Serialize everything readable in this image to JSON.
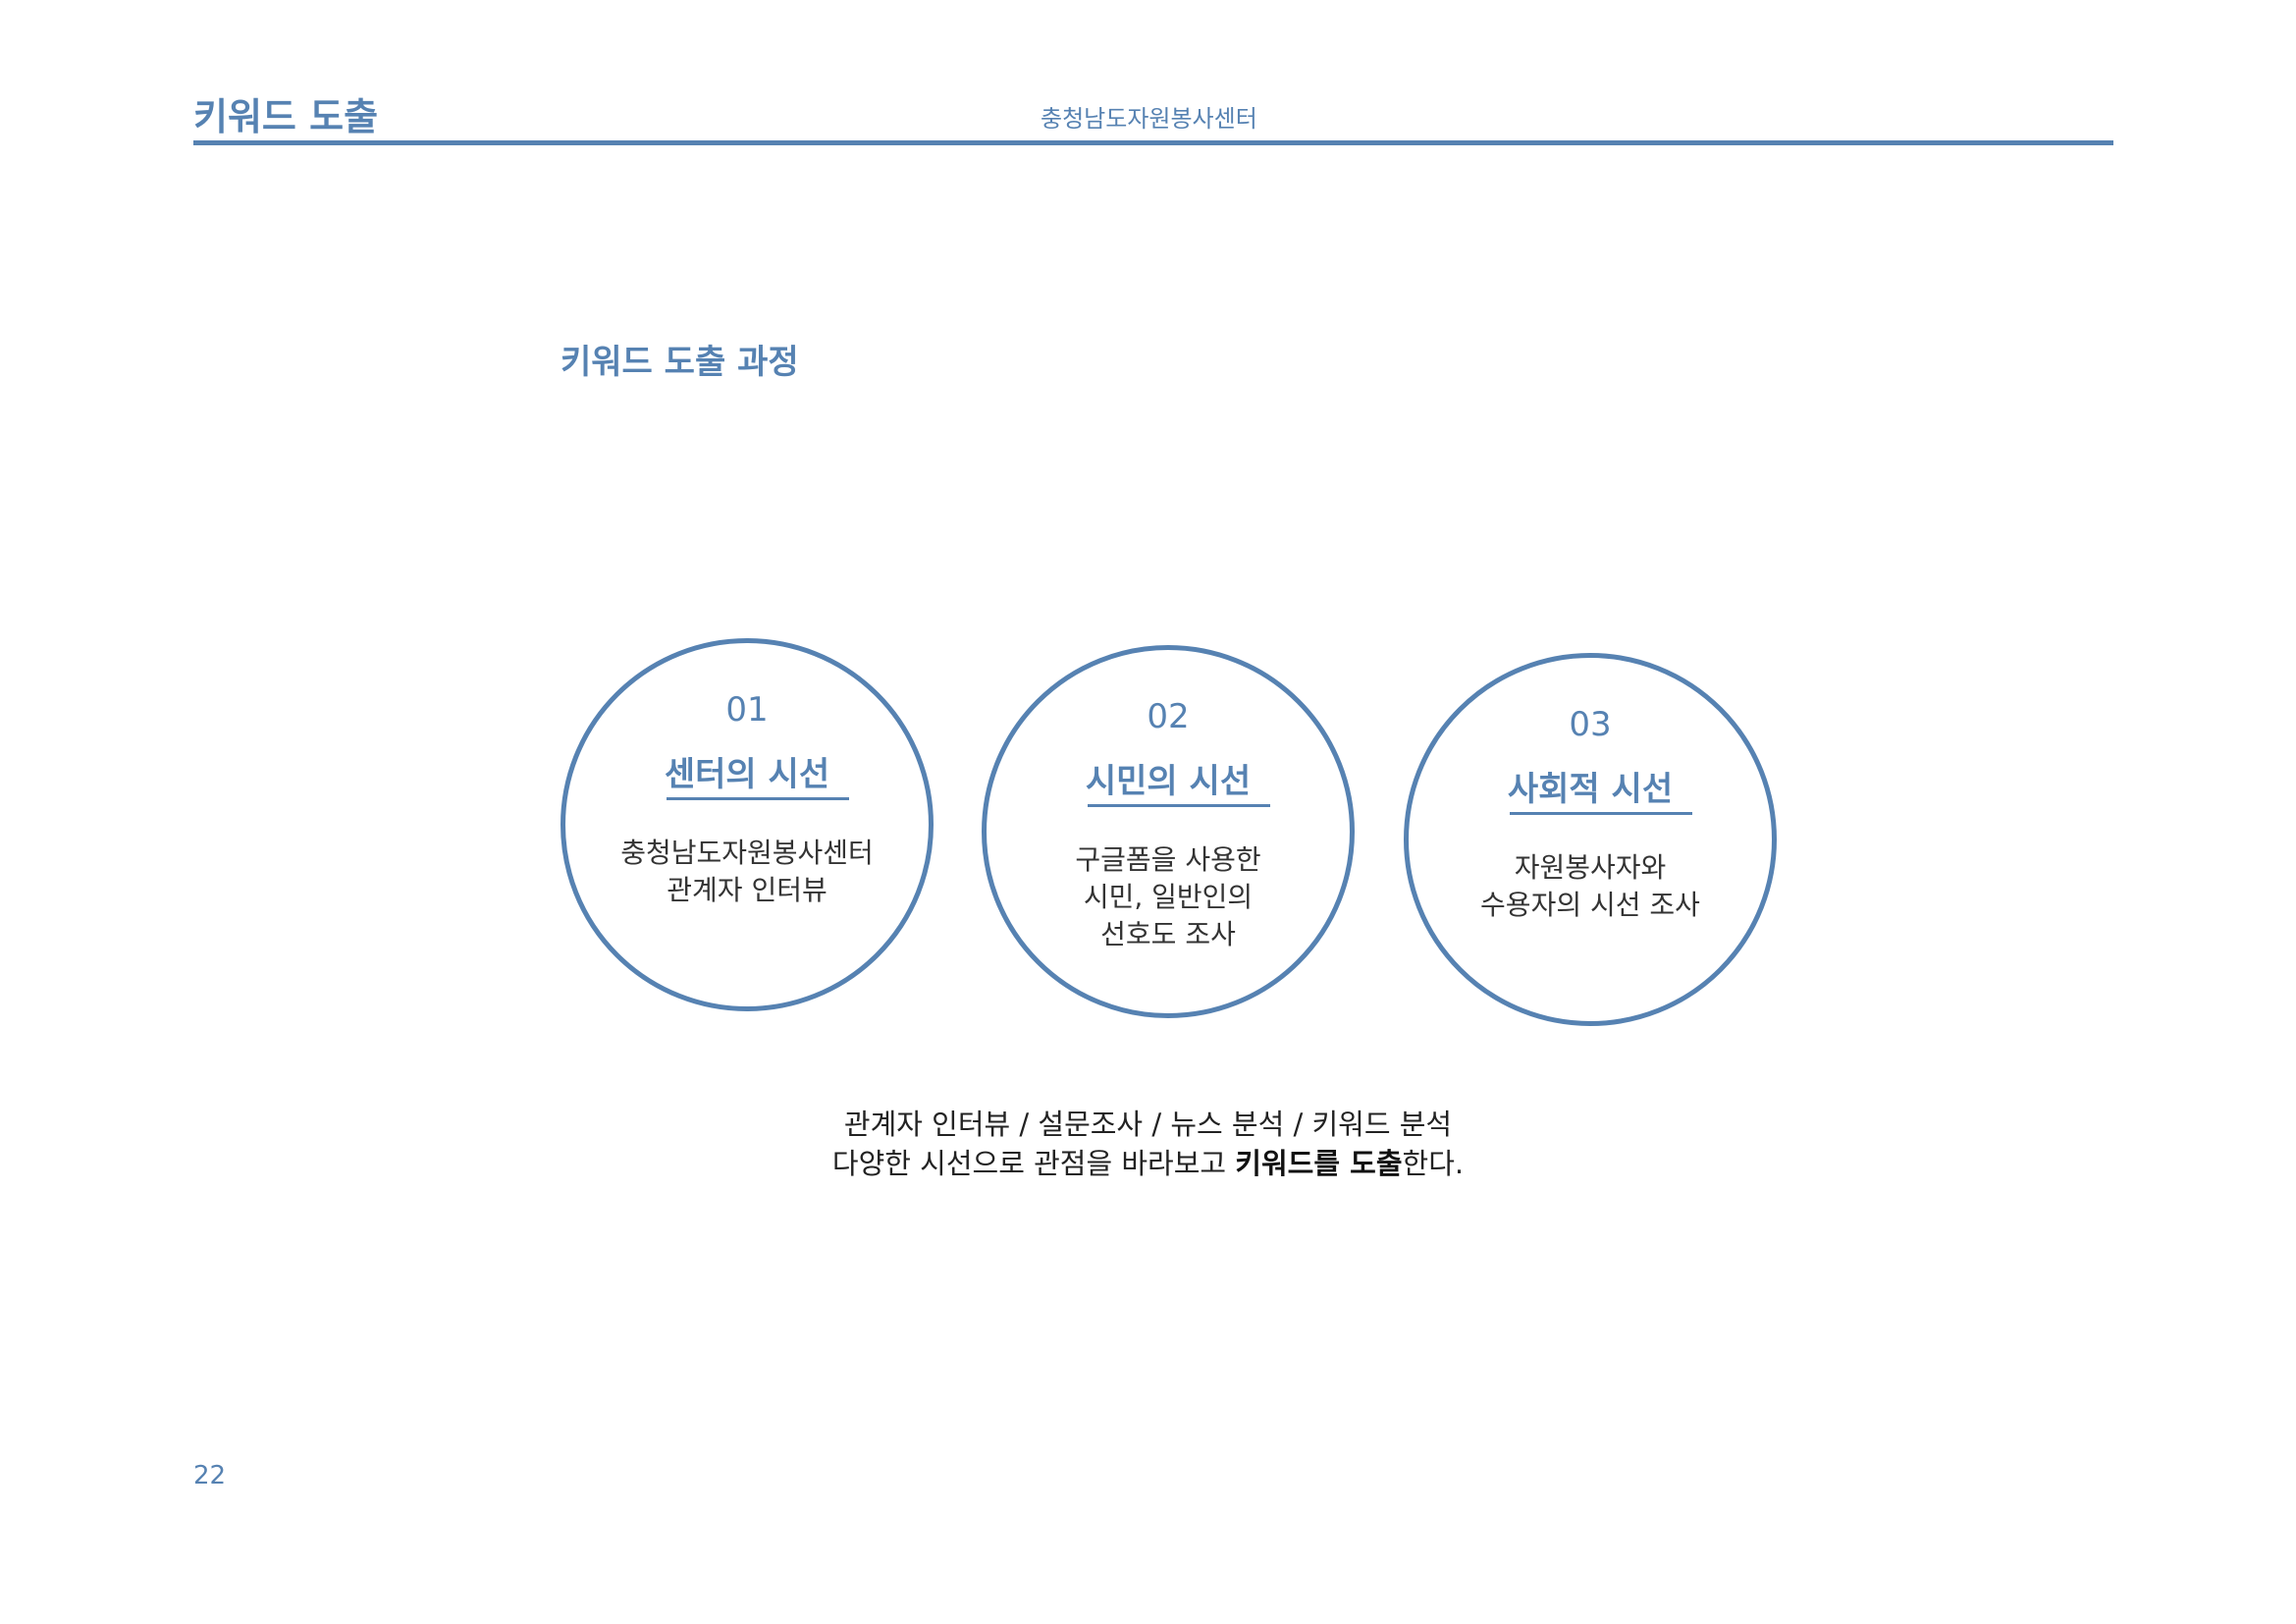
{
  "header": {
    "title": "키워드 도출",
    "organization": "충청남도자원봉사센터",
    "accent_color": "#5682b2"
  },
  "section": {
    "title": "키워드 도출 과정"
  },
  "circles": [
    {
      "number": "01",
      "label": "센터의 시선",
      "desc": [
        "충청남도자원봉사센터",
        "관계자 인터뷰"
      ]
    },
    {
      "number": "02",
      "label": "시민의 시선",
      "desc": [
        "구글폼을 사용한",
        "시민, 일반인의",
        "선호도 조사"
      ]
    },
    {
      "number": "03",
      "label": "사회적 시선",
      "desc": [
        "자원봉사자와",
        "수용자의 시선 조사"
      ]
    }
  ],
  "summary": {
    "line1": "관계자 인터뷰 / 설문조사 / 뉴스 분석 / 키워드 분석",
    "line2_prefix": "다양한 시선으로 관점을 바라보고 ",
    "line2_strong1": "키워드를",
    "line2_space": " ",
    "line2_strong2": "도출",
    "line2_suffix": "한다."
  },
  "page_number": "22"
}
